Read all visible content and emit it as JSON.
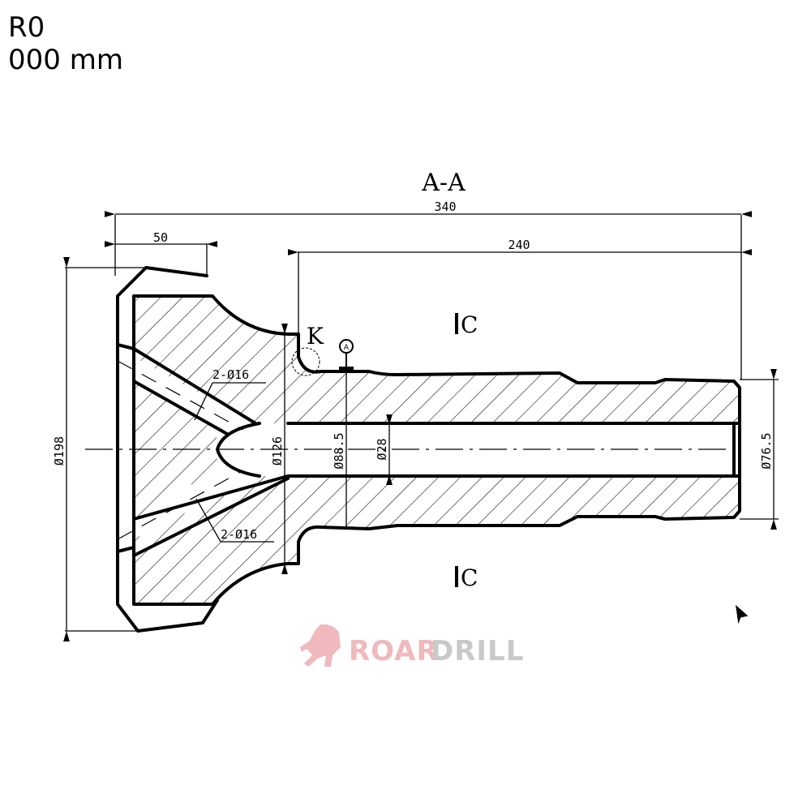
{
  "header": {
    "line1": "R0",
    "line2": "000 mm"
  },
  "drawing": {
    "section_title": "A-A",
    "dimensions": {
      "overall_length": "340",
      "head_length": "50",
      "shank_length": "240",
      "head_diameter": "Ø198",
      "face_bore_diameter": "Ø126",
      "shank_diameter_root": "Ø88.5",
      "bore_diameter": "Ø28",
      "shank_end_diameter": "Ø76.5",
      "flushing_holes_upper": "2-Ø16",
      "flushing_holes_lower": "2-Ø16"
    },
    "detail_label": "K",
    "datum_label": "A",
    "section_marks": {
      "top": "C",
      "bottom": "C"
    }
  },
  "watermark": {
    "brand_part1": "ROAR",
    "brand_part2": "DRILL",
    "color_red": "#f0b9bd",
    "color_grey": "#c9c9c9"
  },
  "cursor": {
    "icon": "mouse-pointer-icon"
  }
}
